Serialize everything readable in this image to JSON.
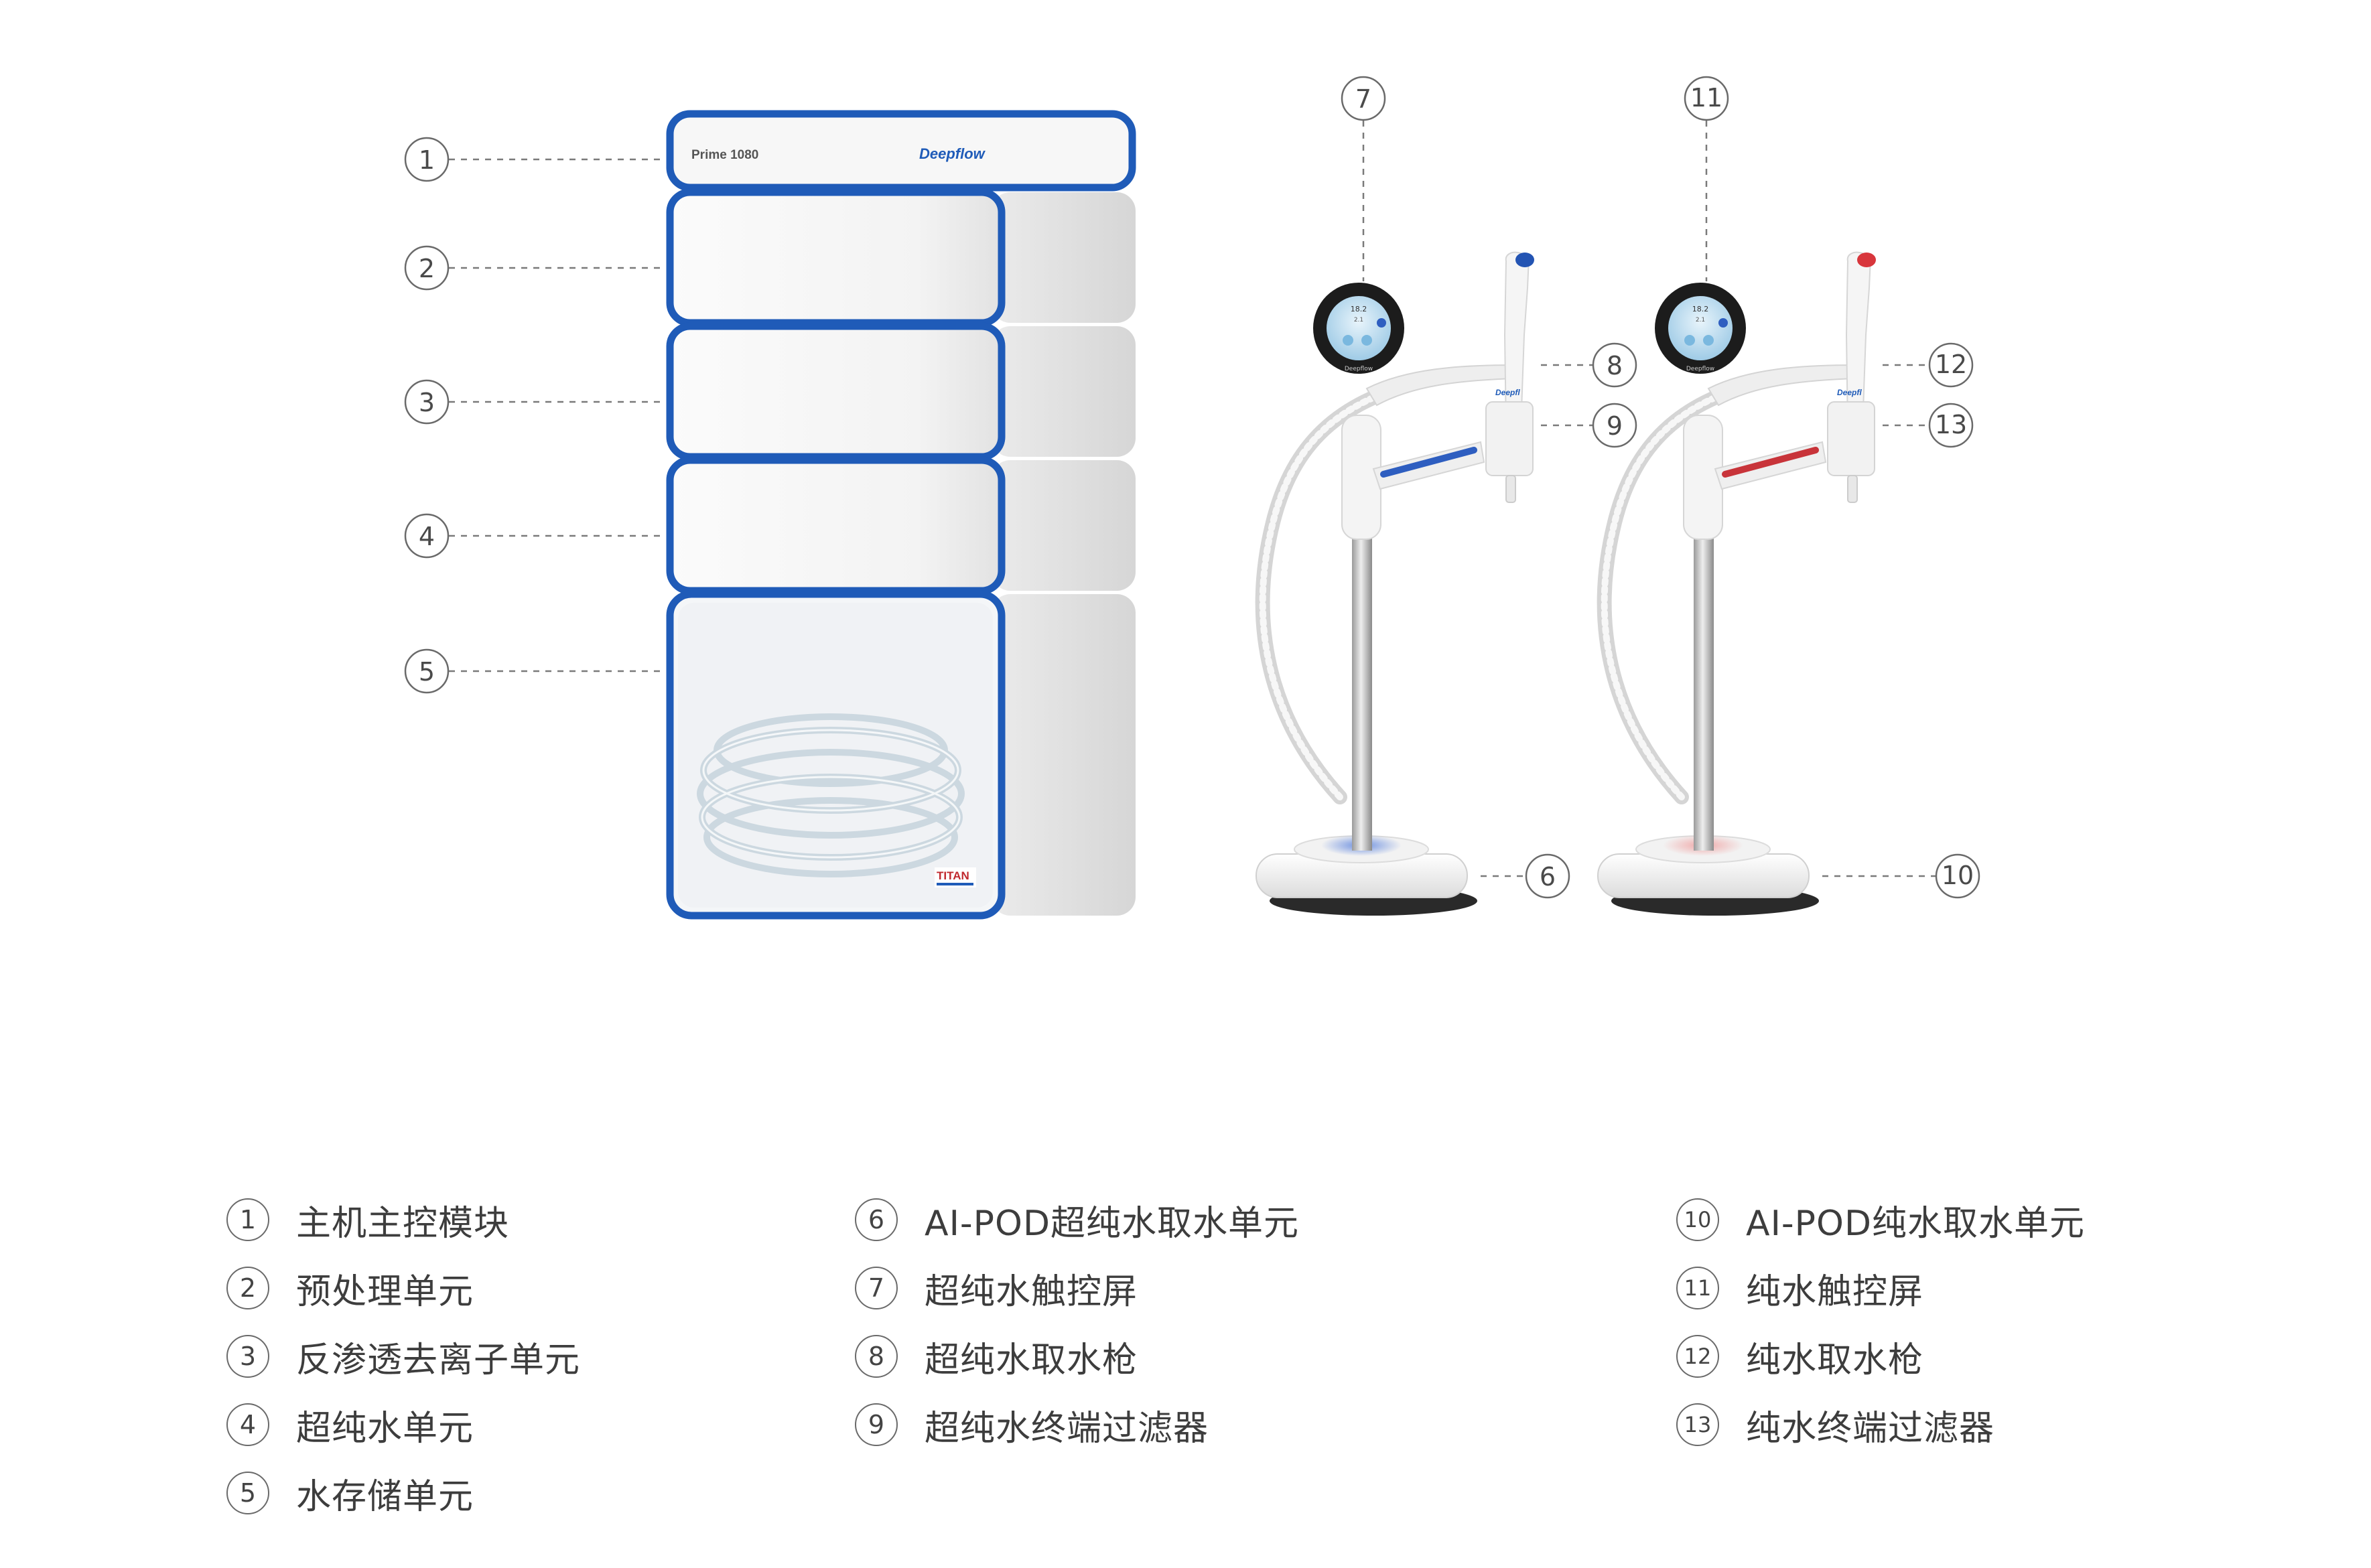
{
  "product": {
    "model_label": "Prime 1080",
    "brand_label": "Deepflow",
    "bottom_brand": "TITAN"
  },
  "screens": {
    "left": {
      "line1": "18.2",
      "line2": "2.1"
    },
    "right": {
      "line1": "18.2",
      "line2": "2.1"
    }
  },
  "callouts": [
    "1",
    "2",
    "3",
    "4",
    "5",
    "6",
    "7",
    "8",
    "9",
    "10",
    "11",
    "12",
    "13"
  ],
  "legend": {
    "col1": [
      {
        "num": "1",
        "label": "主机主控模块"
      },
      {
        "num": "2",
        "label": "预处理单元"
      },
      {
        "num": "3",
        "label": "反渗透去离子单元"
      },
      {
        "num": "4",
        "label": "超纯水单元"
      },
      {
        "num": "5",
        "label": "水存储单元"
      }
    ],
    "col2": [
      {
        "num": "6",
        "label": "AI-POD超纯水取水单元"
      },
      {
        "num": "7",
        "label": "超纯水触控屏"
      },
      {
        "num": "8",
        "label": "超纯水取水枪"
      },
      {
        "num": "9",
        "label": "超纯水终端过滤器"
      }
    ],
    "col3": [
      {
        "num": "10",
        "label": "AI-POD纯水取水单元"
      },
      {
        "num": "11",
        "label": "纯水触控屏"
      },
      {
        "num": "12",
        "label": "纯水取水枪"
      },
      {
        "num": "13",
        "label": "纯水终端过滤器"
      }
    ]
  },
  "colors": {
    "accent_blue": "#1f5bb8",
    "accent_red": "#d23a3a",
    "line_gray": "#7a7a7a"
  }
}
